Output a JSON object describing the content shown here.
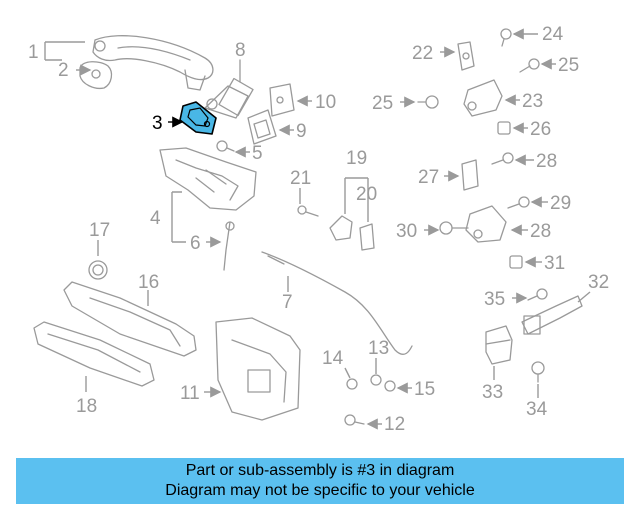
{
  "diagram": {
    "highlighted_part": "3",
    "callouts": [
      "1",
      "2",
      "3",
      "4",
      "5",
      "6",
      "7",
      "8",
      "9",
      "10",
      "11",
      "12",
      "13",
      "14",
      "15",
      "16",
      "17",
      "18",
      "19",
      "20",
      "21",
      "22",
      "23",
      "24",
      "25",
      "25",
      "26",
      "27",
      "28",
      "29",
      "30",
      "30",
      "31",
      "32",
      "33",
      "34",
      "35"
    ]
  },
  "banner": {
    "line1": "Part or sub-assembly is #3 in diagram",
    "line2": "Diagram may not be specific to your vehicle"
  },
  "colors": {
    "highlight": "#49b7e6",
    "banner": "#5bc0f0",
    "line": "#9a9a9a"
  }
}
